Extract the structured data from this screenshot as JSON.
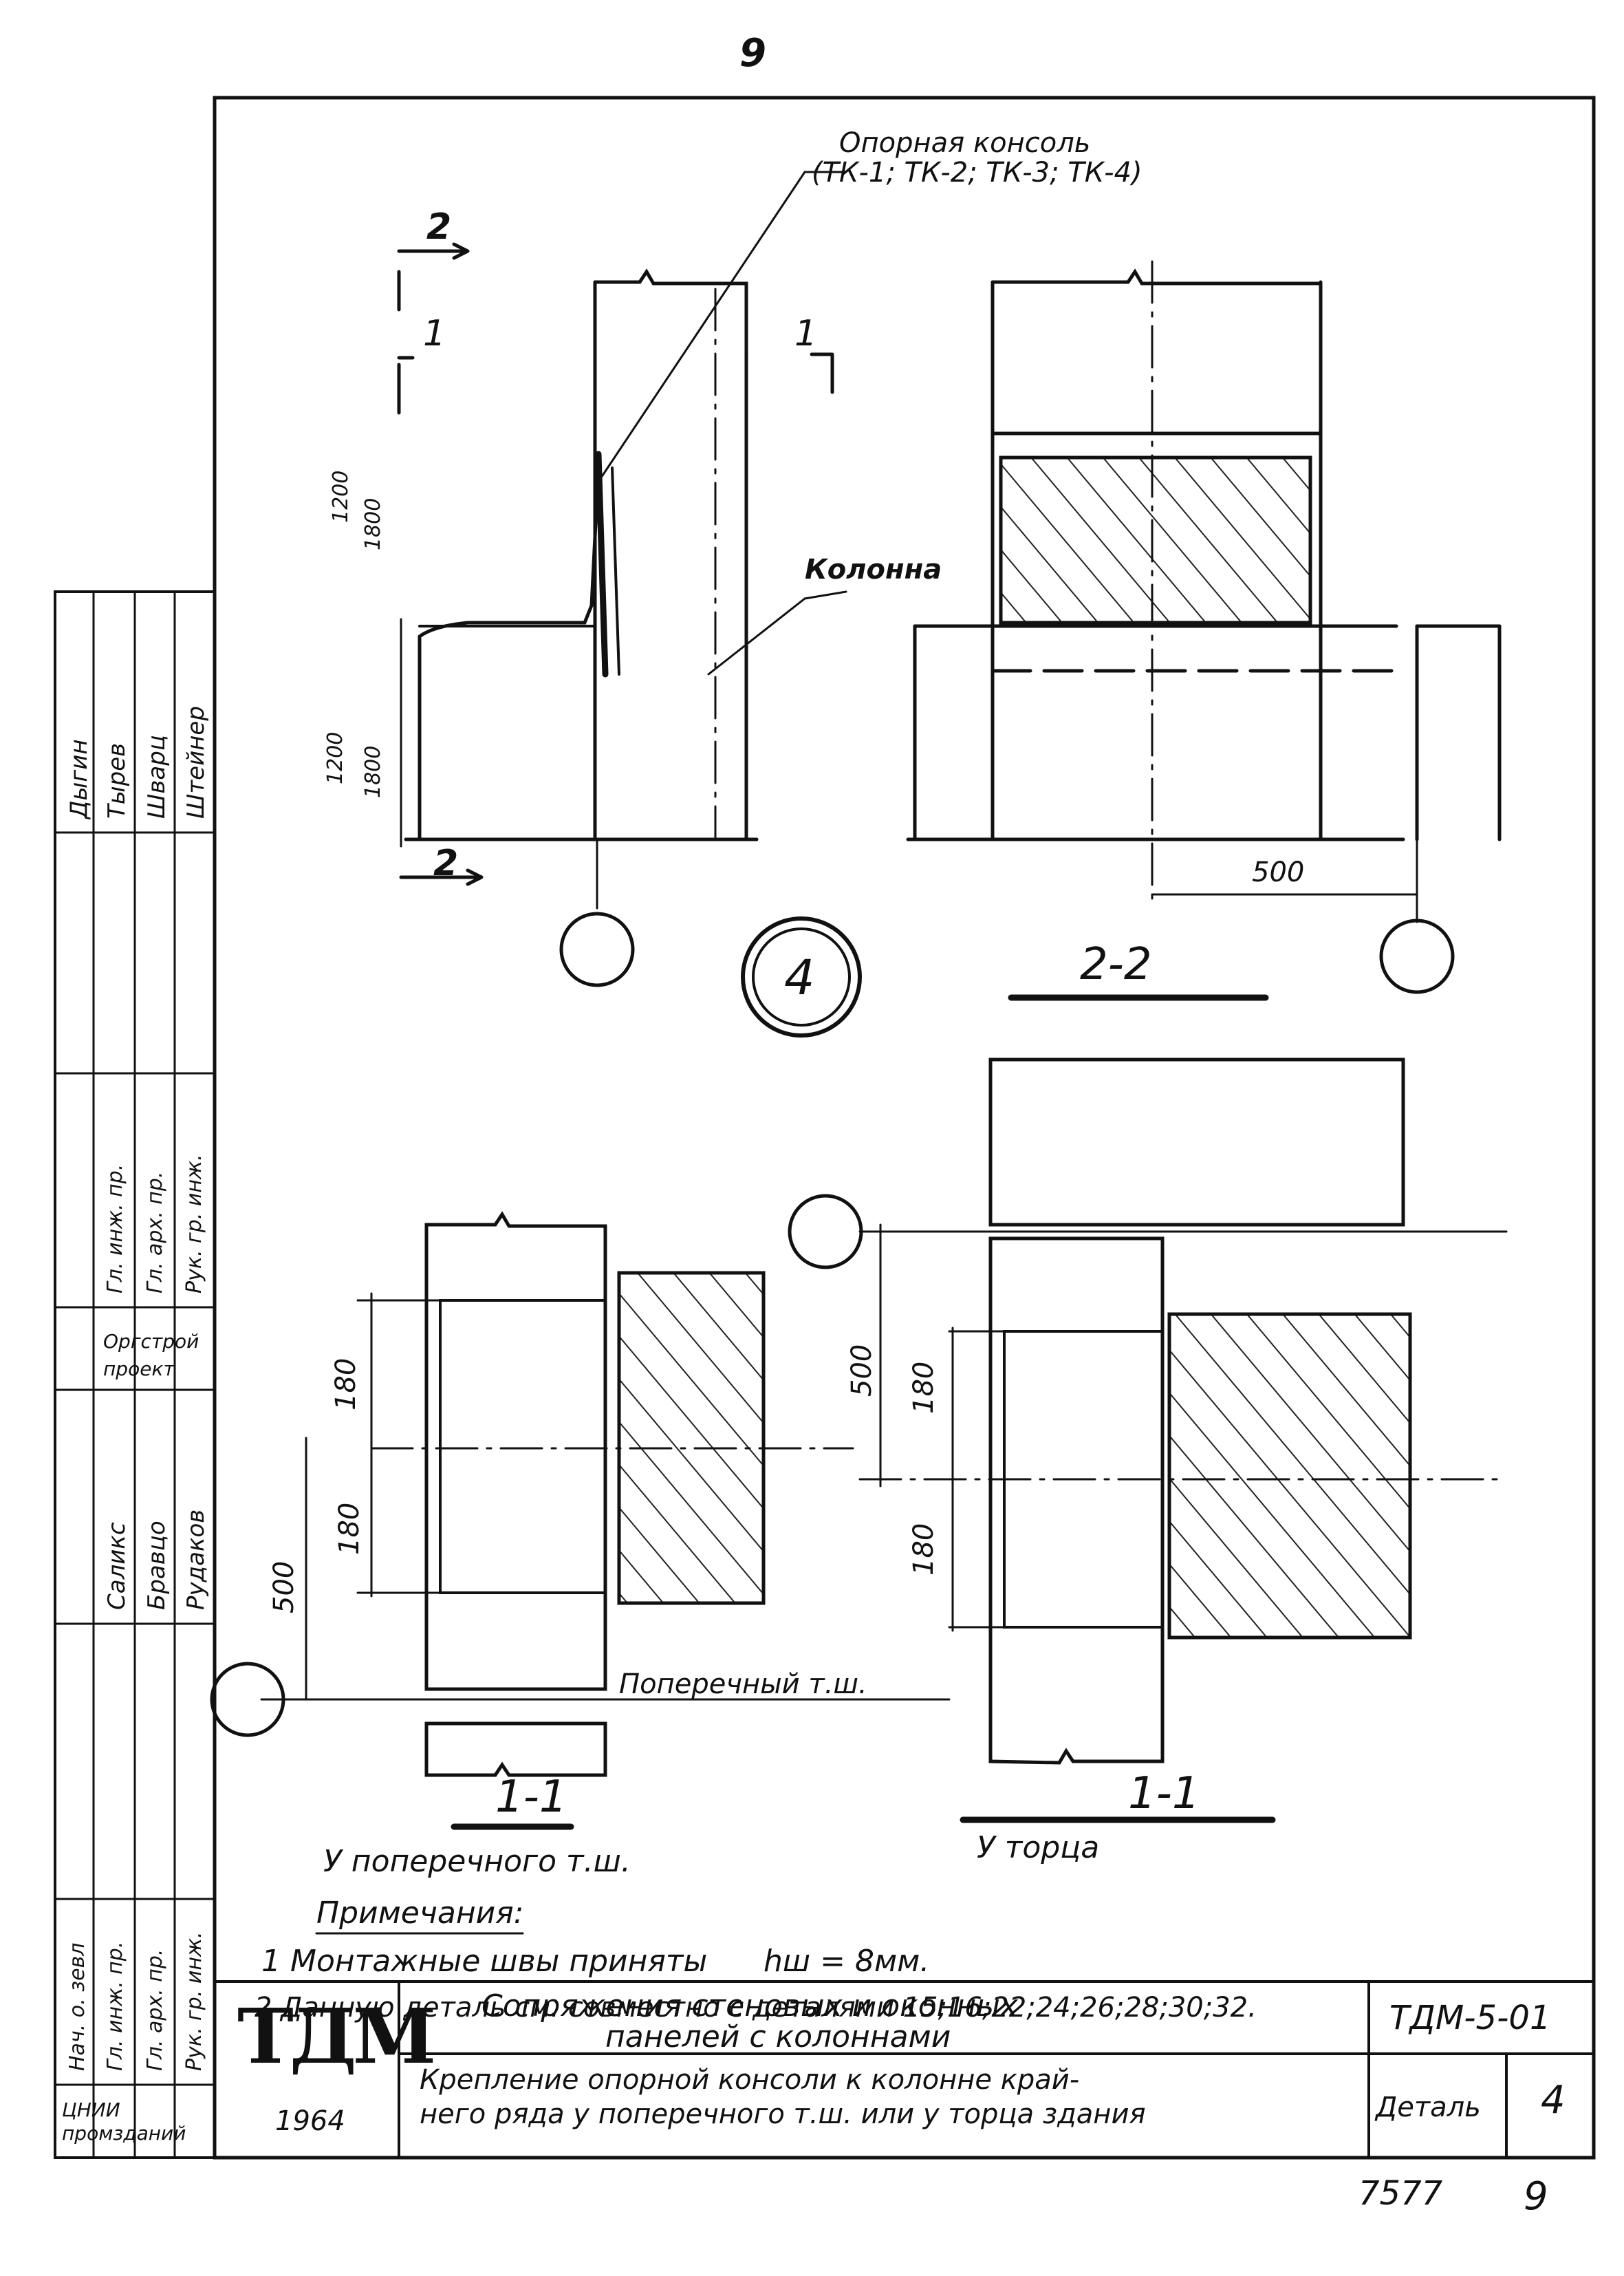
{
  "page": {
    "top_number": "9",
    "bottom_code": "7577",
    "bottom_page": "9"
  },
  "labels": {
    "console_title": "Опорная консоль",
    "console_types": "(ТК-1; ТК-2; ТК-3; ТК-4)",
    "column": "Колонна",
    "section_2": "2",
    "section_1": "1",
    "section_1b": "1",
    "section_2b": "2",
    "dim_1200_1800_top_a": "1200",
    "dim_1200_1800_top_b": "1800",
    "dim_1200_1800_bot_a": "1200",
    "dim_1200_1800_bot_b": "1800",
    "dim_500_22": "500",
    "node_number": "4",
    "section_22_title": "2-2",
    "section_11_left_title": "1-1",
    "section_11_right_title": "1-1",
    "left_dim_180a": "180",
    "left_dim_180b": "180",
    "left_dim_500": "500",
    "right_dim_500": "500",
    "right_dim_180a": "180",
    "right_dim_180b": "180",
    "transverse_joint": "Поперечный т.ш.",
    "at_transverse_joint": "У поперечного т.ш.",
    "at_end": "У торца"
  },
  "notes": {
    "title": "Примечания:",
    "note1": "1 Монтажные швы приняты",
    "note1_formula": "hш = 8мм.",
    "note2": "2 Данную деталь см. совместно с деталями 15;16;22;24;26;28;30;32."
  },
  "side_stamp": {
    "top_names": [
      "Дыгин",
      "Тырев",
      "Шварц",
      "Штейнер"
    ],
    "top_roles": [
      "",
      "Гл. инж. пр.",
      "Гл. арх. пр.",
      "Рук. гр. инж."
    ],
    "org": "Оргстрой проект",
    "bottom_names": [
      "Саликс",
      "Бравцо",
      "Рудаков"
    ],
    "bottom_roles": [
      "Нач. о. зевл",
      "Гл. инж. пр.",
      "Гл. арх. пр.",
      "Рук. гр. инж."
    ]
  },
  "title_block": {
    "org_logo": "ТДМ",
    "year": "1964",
    "org_name": "ЦНИИ промзданий",
    "title_line1": "Сопряжения стеновых и оконных",
    "title_line2": "панелей с колоннами",
    "subtitle_line1": "Крепление опорной консоли к колонне край-",
    "subtitle_line2": "него ряда у поперечного т.ш. или у торца здания",
    "code": "ТДМ-5-01",
    "detail_label": "Деталь",
    "detail_number": "4"
  }
}
